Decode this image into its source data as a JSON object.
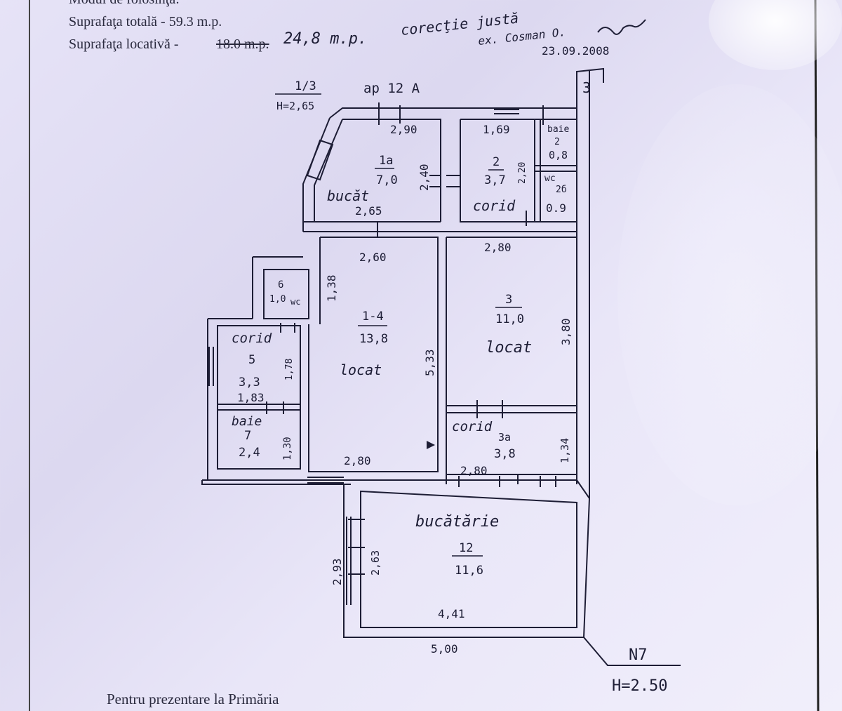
{
  "header": {
    "line_cut": "Modul de folosinţă:",
    "total_area": "Suprafaţa totală - 59.3 m.p.",
    "living_area_prefix": "Suprafaţa locativă -",
    "living_area_old": "18.0 m.p.",
    "living_area_new": "24,8 m.p.",
    "correction_note": "corecţie justă",
    "correction_signer": "ex. Cosman O.",
    "correction_date": "23.09.2008"
  },
  "plan": {
    "marker_top_left": "1/3",
    "height_top_left": "H=2,65",
    "apartment_label": "ap 12 A",
    "marker_bottom_right": "N7",
    "height_bottom_right": "H=2.50",
    "stair_mark": "3",
    "rooms": [
      {
        "number": "1a",
        "area": "7,0",
        "name": "bucăt"
      },
      {
        "number": "2",
        "area": "3,7",
        "name": "corid"
      },
      {
        "number": "2",
        "area": "0,8",
        "name": "baie"
      },
      {
        "number": "2б",
        "area": "0.9",
        "name": "wc"
      },
      {
        "number": "1-4",
        "area": "13,8",
        "name": "locat"
      },
      {
        "number": "3",
        "area": "11,0",
        "name": "locat"
      },
      {
        "number": "6",
        "area": "1,0",
        "name": "wc"
      },
      {
        "number": "5",
        "area": "3,3",
        "name": "corid"
      },
      {
        "number": "7",
        "area": "2,4",
        "name": "baie"
      },
      {
        "number": "3a",
        "area": "3,8",
        "name": "corid"
      },
      {
        "number": "12",
        "area": "11,6",
        "name": "bucătărie"
      }
    ],
    "dimensions": {
      "d_290": "2,90",
      "d_240": "2,40",
      "d_265": "2,65",
      "d_169": "1,69",
      "d_220": "2,20",
      "d_260": "2,60",
      "d_138": "1,38",
      "d_533": "5,33",
      "d_280_top": "2,80",
      "d_380": "3,80",
      "d_178": "1,78",
      "d_183": "1,83",
      "d_130": "1,30",
      "d_280_bottom": "2,80",
      "d_280_corr": "2,80",
      "d_134": "1,34",
      "d_293": "2,93",
      "d_263": "2,63",
      "d_441": "4,41",
      "d_500": "5,00"
    }
  },
  "footer": {
    "text": "Pentru prezentare la Primăria"
  }
}
